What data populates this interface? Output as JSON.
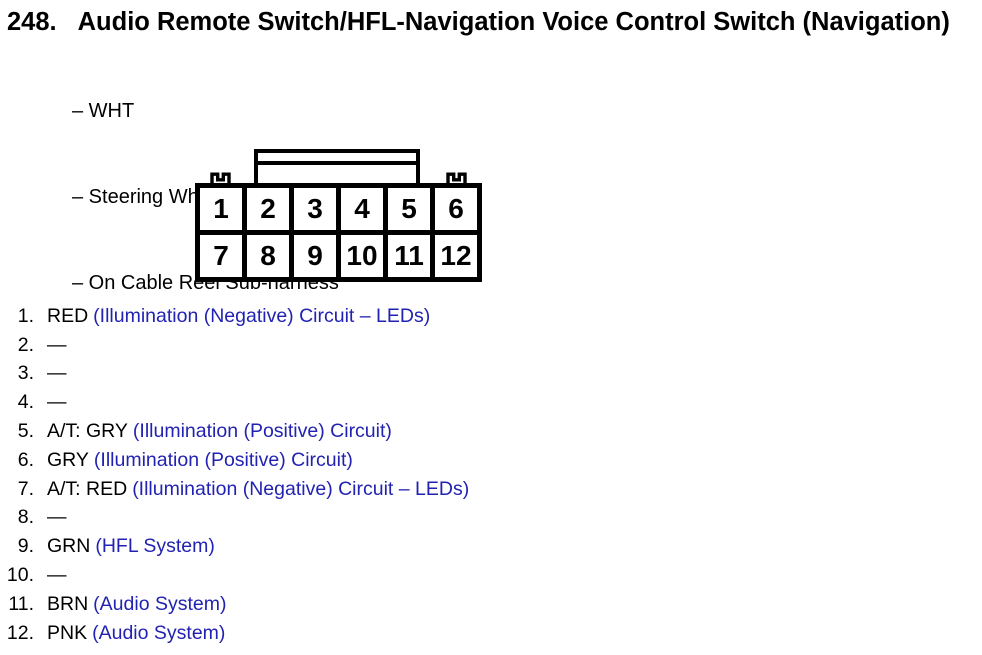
{
  "page": {
    "item_number": "248.",
    "title": "Audio Remote Switch/HFL-Navigation Voice Control Switch (Navigation)"
  },
  "connector": {
    "attributes": [
      "– WHT",
      "– Steering Wheel",
      "– On Cable Reel Sub-harness"
    ],
    "pins": [
      "1",
      "2",
      "3",
      "4",
      "5",
      "6",
      "7",
      "8",
      "9",
      "10",
      "11",
      "12"
    ]
  },
  "pin_list": [
    {
      "num": "1.",
      "wire": "RED",
      "circuit": "(Illumination (Negative) Circuit – LEDs)"
    },
    {
      "num": "2.",
      "wire": "—",
      "circuit": ""
    },
    {
      "num": "3.",
      "wire": "—",
      "circuit": ""
    },
    {
      "num": "4.",
      "wire": "—",
      "circuit": ""
    },
    {
      "num": "5.",
      "wire": "A/T: GRY",
      "circuit": "(Illumination (Positive) Circuit)"
    },
    {
      "num": "6.",
      "wire": "GRY",
      "circuit": "(Illumination (Positive) Circuit)"
    },
    {
      "num": "7.",
      "wire": "A/T: RED",
      "circuit": "(Illumination (Negative) Circuit – LEDs)"
    },
    {
      "num": "8.",
      "wire": "—",
      "circuit": ""
    },
    {
      "num": "9.",
      "wire": "GRN",
      "circuit": "(HFL System)"
    },
    {
      "num": "10.",
      "wire": "—",
      "circuit": ""
    },
    {
      "num": "11.",
      "wire": "BRN",
      "circuit": "(Audio System)"
    },
    {
      "num": "12.",
      "wire": "PNK",
      "circuit": "(Audio System)"
    }
  ],
  "colors": {
    "ink": "#000000",
    "circuit_text": "#2222b2",
    "background": "#ffffff"
  }
}
